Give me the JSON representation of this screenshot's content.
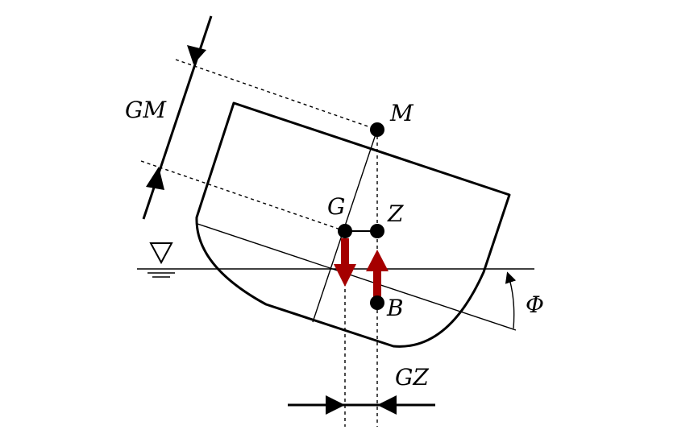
{
  "diagram": {
    "labels": {
      "gm": "GM",
      "m": "M",
      "g": "G",
      "z": "Z",
      "b": "B",
      "gz": "GZ",
      "phi": "Φ"
    },
    "colors": {
      "force_arrow": "#a50000",
      "line": "#000000",
      "background": "#ffffff"
    },
    "icons": {
      "waterline_symbol": "water-level-triangle-icon"
    }
  }
}
